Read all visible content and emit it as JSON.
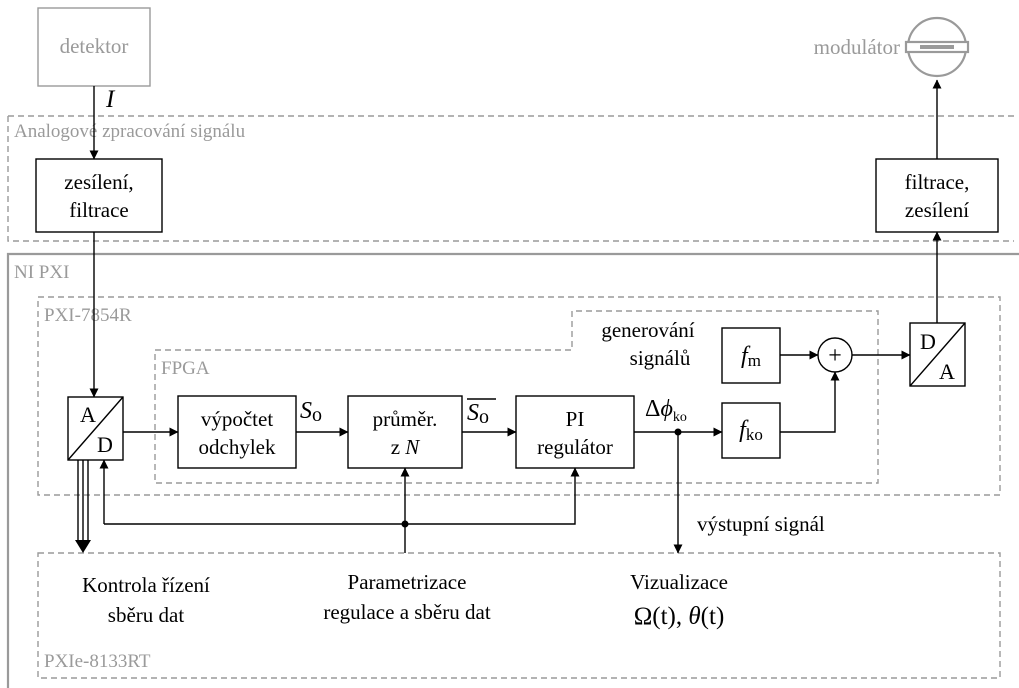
{
  "regions": {
    "analog": "Analogové zpracování signálu",
    "nipxi": "NI PXI",
    "pxi7854": "PXI-7854R",
    "fpga": "FPGA",
    "pxie8133": "PXIe-8133RT"
  },
  "blocks": {
    "detector": "detektor",
    "amplify_line1": "zesílení,",
    "amplify_line2": "filtrace",
    "filter_line1": "filtrace,",
    "filter_line2": "zesílení",
    "modulator": "modulátor",
    "adc_top": "A",
    "adc_bottom": "D",
    "dac_top": "D",
    "dac_bottom": "A",
    "deviation_line1": "výpočtet",
    "deviation_line2": "odchylek",
    "average_line1": "průměr.",
    "average_line2_prefix": "z ",
    "average_line2_var": "N",
    "pi_line1": "PI",
    "pi_line2": "regulátor",
    "fm_base": "f",
    "fm_sub": "m",
    "fko_base": "f",
    "fko_sub": "ko",
    "sum_symbol": "+",
    "generation_line1": "generování",
    "generation_line2": "signálů"
  },
  "signals": {
    "intensity": "I",
    "so_base": "S",
    "so_sub": "o",
    "so_bar_base": "S",
    "so_bar_sub": "o",
    "dphi_delta": "Δ",
    "dphi_phi": "ϕ",
    "dphi_sub": "ko",
    "output": "výstupní signál"
  },
  "bottom": {
    "control_line1": "Kontrola řízení",
    "control_line2": "sběru dat",
    "param_line1": "Parametrizace",
    "param_line2": "regulace a sběru dat",
    "viz_line1": "Vizualizace",
    "viz_omega": "Ω(t), ",
    "viz_theta": "θ",
    "viz_theta_arg": "(t)"
  }
}
